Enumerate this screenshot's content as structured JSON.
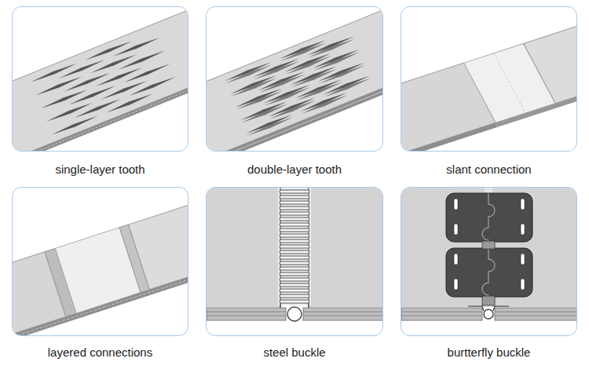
{
  "diagram": {
    "nodes": [
      {
        "text": [
          "single-layer tooth"
        ]
      },
      {
        "text": [
          "double-layer tooth"
        ]
      },
      {
        "text": [
          "slant connection"
        ]
      },
      {
        "text": [
          "layered connections"
        ]
      },
      {
        "text": [
          "steel buckle"
        ]
      },
      {
        "text": [
          "burtterfly buckle"
        ]
      }
    ]
  }
}
